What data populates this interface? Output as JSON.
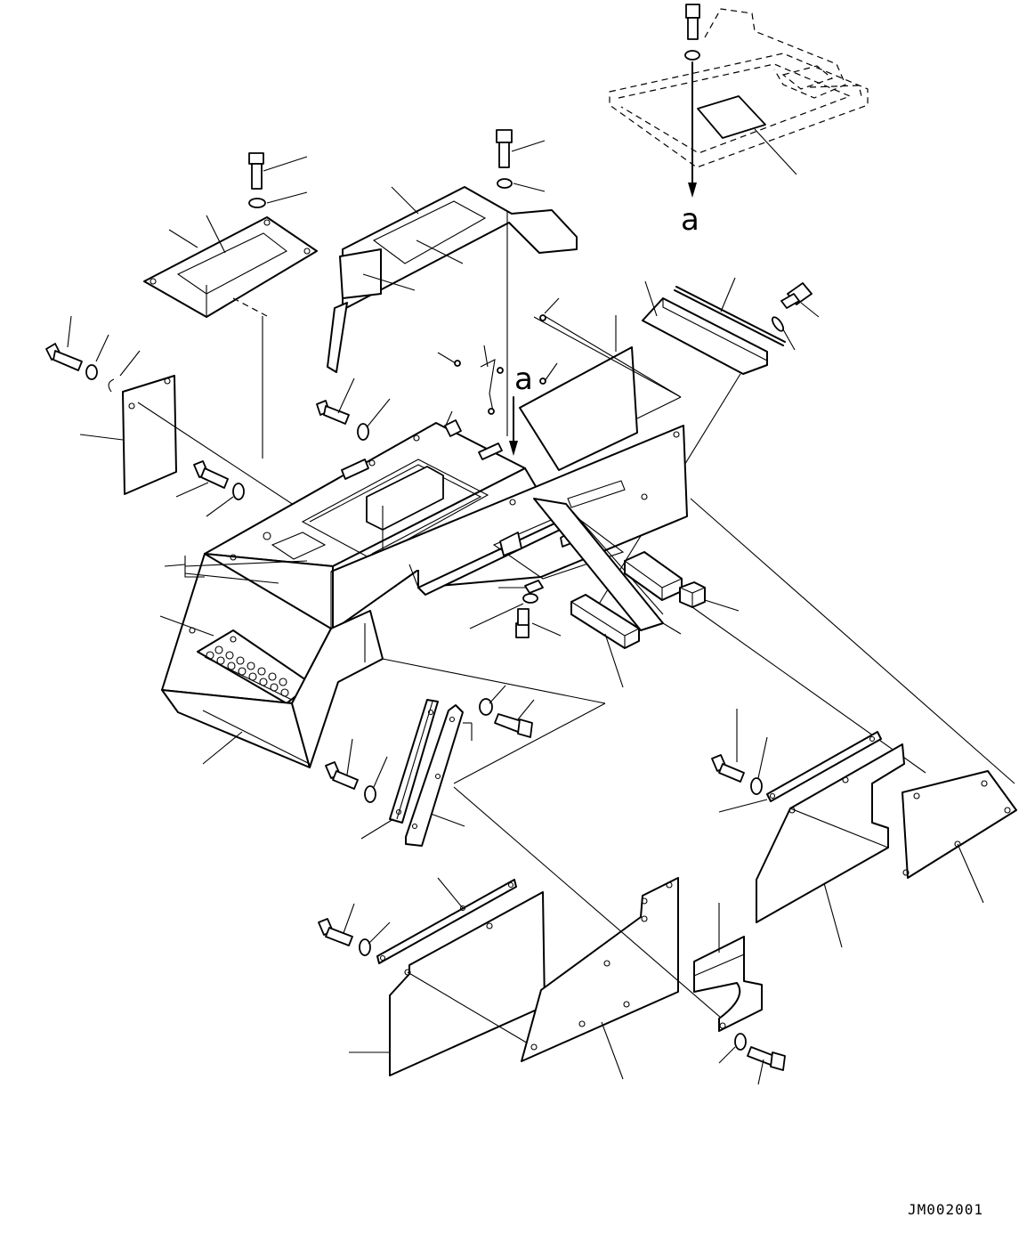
{
  "diagram": {
    "view_marker": "a",
    "section_marker": "a",
    "drawing_code": "JM002001"
  }
}
